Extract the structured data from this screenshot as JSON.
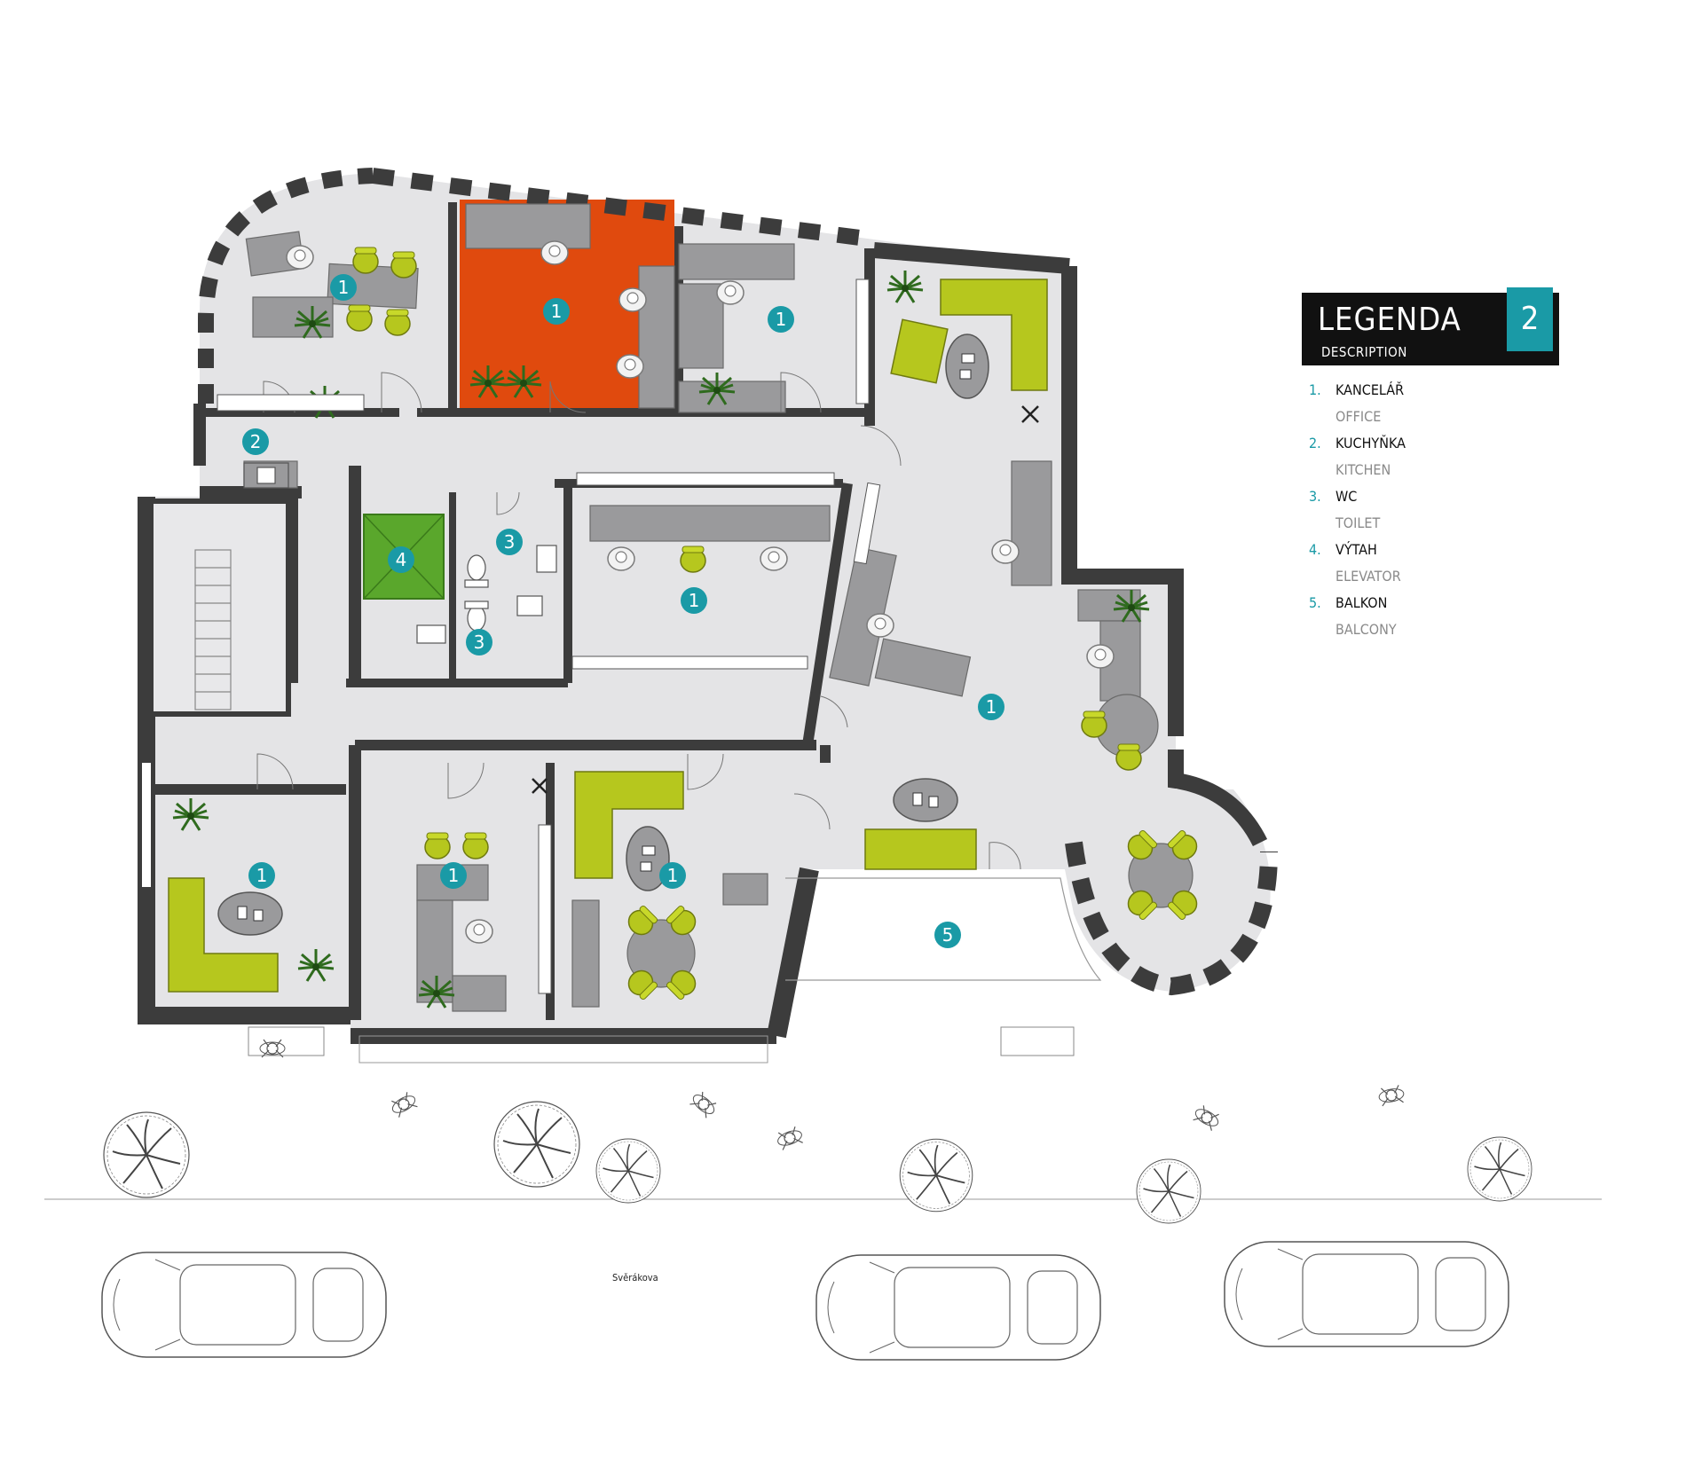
{
  "legend": {
    "title": "LEGENDA",
    "subtitle": "DESCRIPTION",
    "floor": "2",
    "items": [
      {
        "num": "1.",
        "cz": "KANCELÁŘ",
        "en": "OFFICE"
      },
      {
        "num": "2.",
        "cz": "KUCHYŇKA",
        "en": "KITCHEN"
      },
      {
        "num": "3.",
        "cz": "WC",
        "en": "TOILET"
      },
      {
        "num": "4.",
        "cz": "VÝTAH",
        "en": "ELEVATOR"
      },
      {
        "num": "5.",
        "cz": "BALKON",
        "en": "BALCONY"
      }
    ]
  },
  "street_name": "Svěrákova",
  "room_markers": [
    "1",
    "1",
    "1",
    "1",
    "2",
    "3",
    "3",
    "4",
    "1",
    "1",
    "1",
    "1",
    "1",
    "5"
  ],
  "colors": {
    "wall": "#3c3c3c",
    "floor": "#e4e4e6",
    "highlight_room": "#e04a0e",
    "elevator": "#5aa72c",
    "furniture": "#9a9a9c",
    "chair": "#b6c71e",
    "plant": "#2f6b1e",
    "marker": "#1a9aa6"
  },
  "icons": [
    "plant-icon",
    "chair-icon",
    "sofa-icon",
    "desk-icon",
    "tree-icon",
    "car-icon",
    "pedestrian-icon",
    "toilet-icon",
    "sink-icon",
    "door-icon",
    "stairs-icon"
  ]
}
